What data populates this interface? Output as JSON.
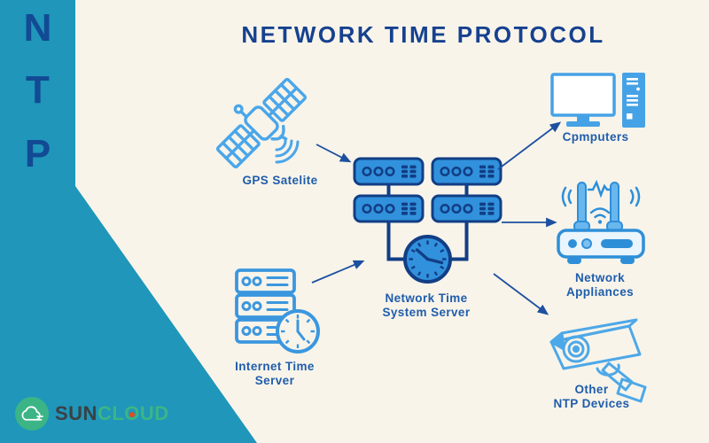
{
  "header": {
    "title": "NETWORK TIME PROTOCOL"
  },
  "sidebar": {
    "letters": [
      "N",
      "T",
      "P"
    ]
  },
  "nodes": {
    "gps": {
      "icon": "gps-satellite-icon",
      "label": "GPS Satelite"
    },
    "center": {
      "icon": "ntp-server-cluster-icon",
      "label_line1": "Network Time",
      "label_line2": "System Server"
    },
    "computers": {
      "icon": "desktop-computer-icon",
      "label": "Cpmputers"
    },
    "appliances": {
      "icon": "wifi-router-icon",
      "label_line1": "Network",
      "label_line2": "Appliances"
    },
    "other_devices": {
      "icon": "cctv-camera-icon",
      "label_line1": "Other",
      "label_line2": "NTP Devices"
    },
    "internet_server": {
      "icon": "server-rack-clock-icon",
      "label_line1": "Internet Time",
      "label_line2": "Server"
    }
  },
  "logo": {
    "sun": "SUN",
    "cloud_cl": "CL",
    "cloud_o": "O",
    "cloud_ud": "UD"
  },
  "colors": {
    "sidebar_teal": "#1f96ba",
    "background_cream": "#f8f4ea",
    "title_navy": "#16418f",
    "label_blue": "#1f5dab",
    "icon_light_blue": "#46a2e6",
    "server_fill_blue": "#3191dc",
    "server_outline_navy": "#123e85",
    "arrow_navy": "#1d509f",
    "logo_green": "#3cb586",
    "logo_gray": "#3b4043",
    "logo_orange": "#e34b1c"
  }
}
